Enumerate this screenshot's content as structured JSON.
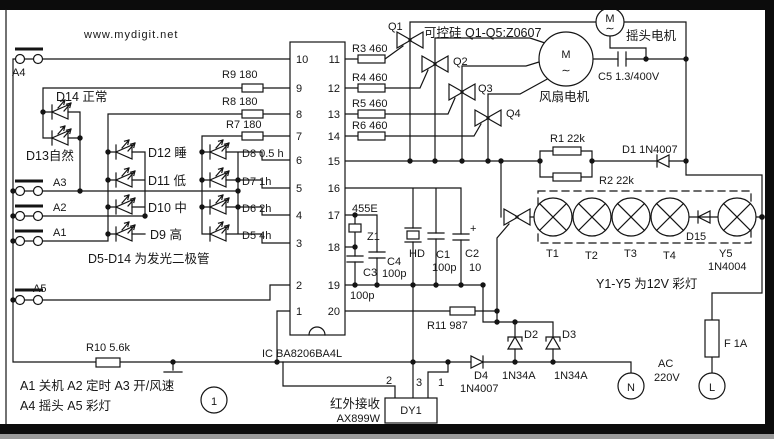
{
  "title": "www.mydigit.net",
  "legend": {
    "line1": "A1 关机 A2 定时 A3 开/风速",
    "line2": "A4 摇头   A5 彩灯",
    "figure": "1",
    "led_note": "D5-D14 为发光二极管",
    "lamp_note": "Y1-Y5 为12V 彩灯",
    "scr_note": "可控硅 Q1-Q5:Z0607"
  },
  "switches": {
    "a1": "A1",
    "a2": "A2",
    "a3": "A3",
    "a4": "A4",
    "a5": "A5"
  },
  "leds": {
    "d14": "D14 正常",
    "d13": "D13自然",
    "d12": "D12 睡",
    "d11": "D11 低",
    "d10": "D10 中",
    "d9": "D9 高",
    "d8": "D8  0.5 h",
    "d7": "D7  1h",
    "d6": "D6  2h",
    "d5": "D5  4h"
  },
  "resistors": {
    "r1": "R1 22k",
    "r2": "R2 22k",
    "r3": "R3 460",
    "r4": "R4 460",
    "r5": "R5 460",
    "r6": "R6 460",
    "r7": "R7 180",
    "r8": "R8 180",
    "r9": "R9 180",
    "r10": "R10 5.6k",
    "r11": "R11 987"
  },
  "capacitors": {
    "c1": "C1",
    "c1v": "100p",
    "c2": "C2",
    "c2v": "10",
    "c2plus": "+",
    "c3": "C3",
    "c3v": "100p",
    "c4": "C4",
    "c4v": "100p",
    "c5": "C5 1.3/400V",
    "z1": "Z1",
    "res": "455E",
    "hd": "HD"
  },
  "diodes": {
    "d1": "D1 1N4007",
    "d2": "D2",
    "d3": "D3",
    "d2v": "1N34A",
    "d3v": "1N34A",
    "d4": "D4",
    "d4v": "1N4007",
    "d15": "D15",
    "y5v": "1N4004"
  },
  "triacs": {
    "q1": "Q1",
    "q2": "Q2",
    "q3": "Q3",
    "q4": "Q4"
  },
  "ic": {
    "label": "IC  BA8206BA4L",
    "pins_left": [
      "10",
      "9",
      "8",
      "7",
      "6",
      "5",
      "4",
      "3",
      "2",
      "1"
    ],
    "pins_right": [
      "11",
      "12",
      "13",
      "14",
      "15",
      "16",
      "17",
      "18",
      "19",
      "20"
    ]
  },
  "motors": {
    "fan_m": "M",
    "fan_wave": "∼",
    "fan_label": "风扇电机",
    "osc_m": "M",
    "osc_wave": "∼",
    "osc_label": "摇头电机"
  },
  "lamps": {
    "t1": "T1",
    "t2": "T2",
    "t3": "T3",
    "t4": "T4",
    "y5": "Y5"
  },
  "ir": {
    "name": "红外接收",
    "part": "AX899W",
    "box": "DY1",
    "pin2": "2",
    "pin3": "3",
    "pin1": "1"
  },
  "power": {
    "ac_line1": "AC",
    "ac_line2": "220V",
    "neutral": "N",
    "live": "L",
    "fuse": "F 1A"
  }
}
